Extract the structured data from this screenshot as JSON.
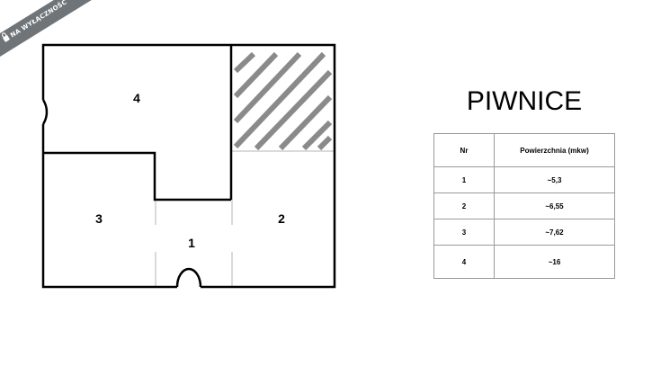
{
  "watermark": {
    "text": "NA WYŁĄCZNOŚĆ",
    "icon": "lock-icon",
    "color": "#6f7479"
  },
  "plan": {
    "rooms": [
      {
        "number": "1"
      },
      {
        "number": "2"
      },
      {
        "number": "3"
      },
      {
        "number": "4"
      }
    ]
  },
  "section_title": "PIWNICE",
  "table": {
    "headers": [
      "Nr",
      "Powierzchnia (mkw)"
    ],
    "rows": [
      {
        "nr": "1",
        "area": "~5,3"
      },
      {
        "nr": "2",
        "area": "~6,55"
      },
      {
        "nr": "3",
        "area": "~7,62"
      },
      {
        "nr": "4",
        "area": "~16"
      }
    ]
  }
}
